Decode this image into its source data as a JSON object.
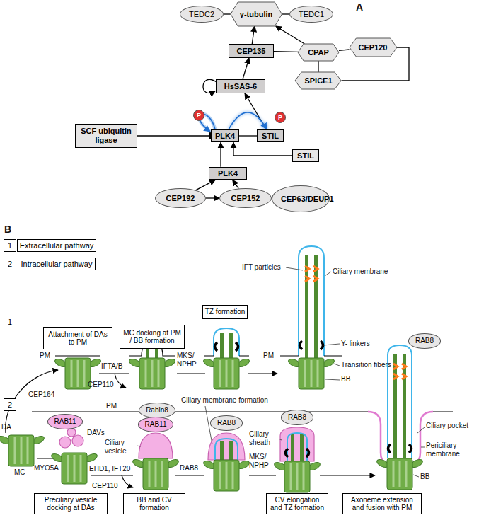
{
  "diagram": {
    "nodes": [
      {
        "text": [
          "TEDC2"
        ]
      },
      {
        "text": [
          "γ-tubulin"
        ]
      },
      {
        "text": [
          "TEDC1"
        ]
      },
      {
        "text": [
          "CEP120"
        ]
      },
      {
        "text": [
          "CEP135"
        ]
      },
      {
        "text": [
          "CPAP"
        ]
      },
      {
        "text": [
          "SPICE1"
        ]
      },
      {
        "text": [
          "HsSAS-6"
        ]
      },
      {
        "text": [
          "SCF ubiquitin ligase"
        ]
      },
      {
        "text": [
          "P"
        ]
      },
      {
        "text": [
          "PLK4"
        ]
      },
      {
        "text": [
          "P"
        ]
      },
      {
        "text": [
          "STIL"
        ]
      },
      {
        "text": [
          "STIL"
        ]
      },
      {
        "text": [
          "PLK4"
        ]
      },
      {
        "text": [
          "CEP192"
        ]
      },
      {
        "text": [
          "CEP152"
        ]
      },
      {
        "text": [
          "CEP63/DEUP1"
        ]
      },
      {
        "text": [
          "1"
        ]
      },
      {
        "text": [
          "Extracellular pathway"
        ]
      },
      {
        "text": [
          "2"
        ]
      },
      {
        "text": [
          "Intracellular pathway"
        ]
      },
      {
        "text": [
          "1"
        ]
      },
      {
        "text": [
          "2"
        ]
      },
      {
        "text": [
          "Attachment of DAs to PM"
        ]
      },
      {
        "text": [
          "MC docking at PM / BB formation"
        ]
      },
      {
        "text": [
          "TZ formation"
        ]
      },
      {
        "text": [
          "RAB11"
        ]
      },
      {
        "text": [
          "Rabin8"
        ]
      },
      {
        "text": [
          "RAB11"
        ]
      },
      {
        "text": [
          "RAB8"
        ]
      },
      {
        "text": [
          "RAB8"
        ]
      },
      {
        "text": [
          "RAB8"
        ]
      },
      {
        "text": [
          "Preciliary vesicle docking at DAs"
        ]
      },
      {
        "text": [
          "BB and CV formation"
        ]
      },
      {
        "text": [
          "CV elongation and TZ formation"
        ]
      },
      {
        "text": [
          "Axoneme extension and fusion with PM"
        ]
      }
    ],
    "edges": [
      {
        "from": 0,
        "to": 1,
        "arrow": "none"
      },
      {
        "from": 2,
        "to": 1,
        "arrow": "none"
      },
      {
        "from": 4,
        "to": 1,
        "arrow": "to"
      },
      {
        "from": 5,
        "to": 1,
        "arrow": "to"
      },
      {
        "from": 3,
        "to": 5,
        "arrow": "none"
      },
      {
        "from": 3,
        "to": 6,
        "arrow": "none"
      },
      {
        "from": 5,
        "to": 6,
        "arrow": "none"
      },
      {
        "from": 4,
        "to": 5,
        "arrow": "none"
      },
      {
        "from": 7,
        "to": 4,
        "arrow": "to"
      },
      {
        "from": 12,
        "to": 7,
        "arrow": "to"
      },
      {
        "from": 10,
        "to": 12,
        "arrow": "to"
      },
      {
        "from": 10,
        "to": 12,
        "arrow": "none"
      },
      {
        "from": 8,
        "to": 10,
        "arrow": "to"
      },
      {
        "from": 13,
        "to": 10,
        "arrow": "to"
      },
      {
        "from": 14,
        "to": 10,
        "arrow": "to"
      },
      {
        "from": 15,
        "to": 14,
        "arrow": "to"
      },
      {
        "from": 16,
        "to": 14,
        "arrow": "to"
      },
      {
        "from": 15,
        "to": 16,
        "arrow": "to"
      },
      {
        "from": 16,
        "to": 17,
        "arrow": "none"
      }
    ],
    "labels": [
      "A",
      "B",
      "CEP164",
      "PM",
      "DA",
      "MC",
      "IFTA/B",
      "CEP110",
      "MKS/ NPHP",
      "IFT particles",
      "Ciliary membrane",
      "Y- linkers",
      "PM",
      "Transition fibers",
      "BB",
      "MYO5A",
      "DAVs",
      "Ciliary vesicle",
      "EHD1, IFT20",
      "CEP110",
      "PM",
      "RAB8",
      "Ciliary membrane formation",
      "Ciliary sheath",
      "MKS/ NPHP",
      "Ciliary pocket",
      "Periciliary membrane",
      "BB"
    ]
  }
}
